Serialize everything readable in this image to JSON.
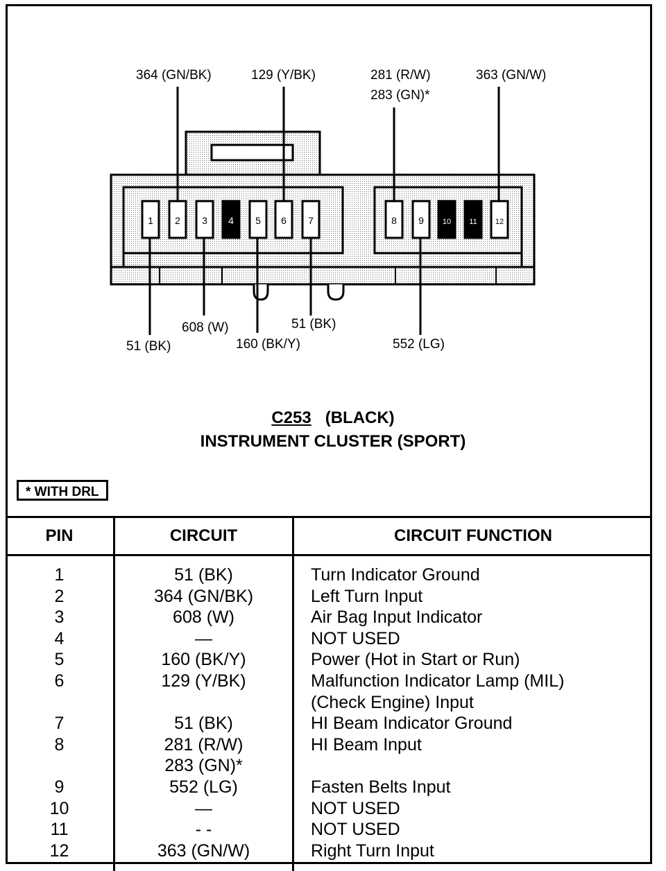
{
  "labels_top": {
    "pin2": "364 (GN/BK)",
    "pin6": "129 (Y/BK)",
    "pin8_a": "281 (R/W)",
    "pin8_b": "283 (GN)*",
    "pin12": "363 (GN/W)"
  },
  "labels_bottom": {
    "pin1": "51 (BK)",
    "pin3": "608 (W)",
    "pin5": "160 (BK/Y)",
    "pin7": "51 (BK)",
    "pin9": "552 (LG)"
  },
  "connector": {
    "id": "C253",
    "color": "(BLACK)",
    "name": "INSTRUMENT CLUSTER (SPORT)",
    "pins_left": [
      "1",
      "2",
      "3",
      "4",
      "5",
      "6",
      "7"
    ],
    "pins_right": [
      "8",
      "9",
      "10",
      "11",
      "12"
    ],
    "filled_pins": [
      "4",
      "10",
      "11"
    ]
  },
  "note": "* WITH DRL",
  "table": {
    "headers": [
      "PIN",
      "CIRCUIT",
      "CIRCUIT FUNCTION"
    ],
    "rows": [
      {
        "pin": "1",
        "circuit": "51 (BK)",
        "function": "Turn Indicator Ground"
      },
      {
        "pin": "2",
        "circuit": "364 (GN/BK)",
        "function": "Left Turn Input"
      },
      {
        "pin": "3",
        "circuit": "608 (W)",
        "function": "Air Bag Input Indicator"
      },
      {
        "pin": "4",
        "circuit": "—",
        "function": "NOT USED"
      },
      {
        "pin": "5",
        "circuit": "160 (BK/Y)",
        "function": "Power (Hot in Start or Run)"
      },
      {
        "pin": "6",
        "circuit": "129 (Y/BK)",
        "function": "Malfunction Indicator Lamp (MIL)\n(Check Engine) Input"
      },
      {
        "pin": "7",
        "circuit": "51 (BK)",
        "function": "HI Beam Indicator Ground"
      },
      {
        "pin": "8",
        "circuit": "281 (R/W)\n283 (GN)*",
        "function": "HI Beam Input"
      },
      {
        "pin": "9",
        "circuit": "552 (LG)",
        "function": "Fasten Belts Input"
      },
      {
        "pin": "10",
        "circuit": "—",
        "function": "NOT USED"
      },
      {
        "pin": "11",
        "circuit": "- -",
        "function": "NOT USED"
      },
      {
        "pin": "12",
        "circuit": "363 (GN/W)",
        "function": "Right Turn Input"
      }
    ]
  }
}
